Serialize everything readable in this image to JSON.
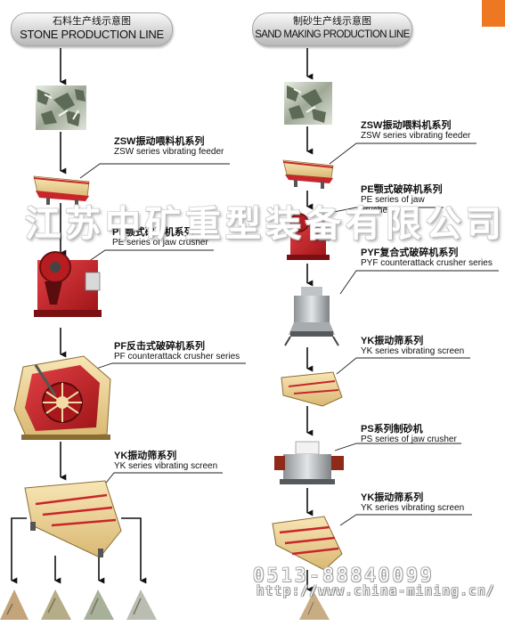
{
  "stone_line": {
    "title_zh": "石料生产线示意图",
    "title_en": "STONE PRODUCTION LINE",
    "steps": [
      {
        "zh": "ZSW振动喂料机系列",
        "en": "ZSW series vibrating feeder"
      },
      {
        "zh": "PE颚式破碎机系列",
        "en": "PE series of jaw crusher"
      },
      {
        "zh": "PF反击式破碎机系列",
        "en": "PF counterattack crusher series"
      },
      {
        "zh": "YK振动筛系列",
        "en": "YK series vibrating screen"
      }
    ]
  },
  "sand_line": {
    "title_zh": "制砂生产线示意图",
    "title_en": "SAND MAKING PRODUCTION LINE",
    "steps": [
      {
        "zh": "ZSW振动喂料机系列",
        "en": "ZSW series vibrating feeder"
      },
      {
        "zh": "PE颚式破碎机系列",
        "en": "PE series of jaw crusher"
      },
      {
        "zh": "PYF复合式破碎机系列",
        "en": "PYF counterattack crusher series"
      },
      {
        "zh": "YK振动筛系列",
        "en": "YK series vibrating screen"
      },
      {
        "zh": "PS系列制砂机",
        "en": "PS series of jaw crusher"
      },
      {
        "zh": "YK振动筛系列",
        "en": "YK series vibrating screen"
      }
    ]
  },
  "watermark": {
    "company": "江苏中矿重型装备有限公司",
    "phone": "0513-88840099",
    "url": "http://www.china-mining.cn/"
  },
  "colors": {
    "machine_red": "#c8262a",
    "machine_cream": "#f0d79a",
    "accent_orange": "#ee7722",
    "arrow": "#111111"
  }
}
